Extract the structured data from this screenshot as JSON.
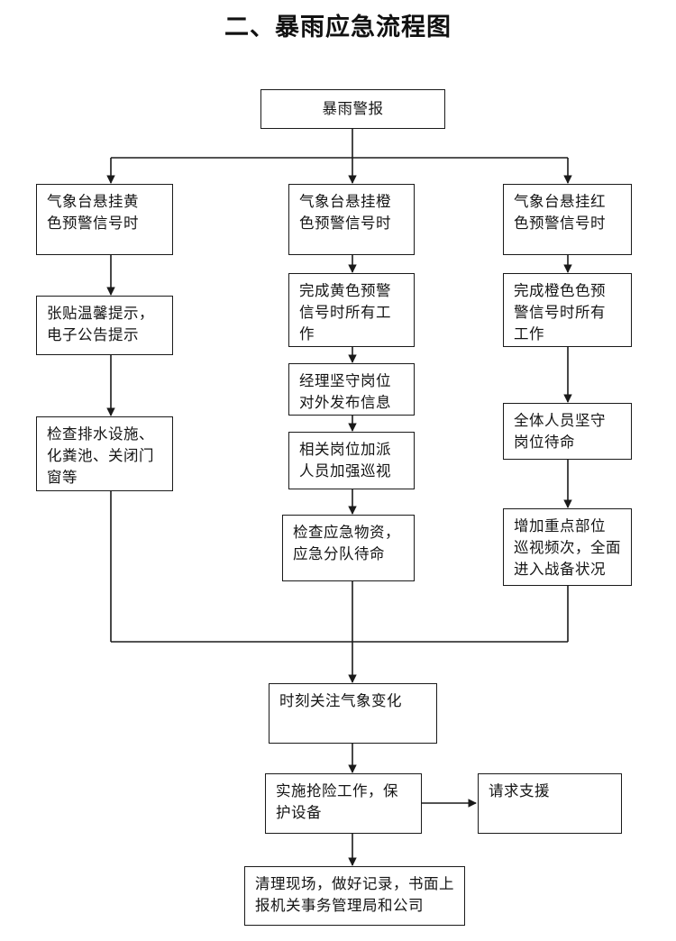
{
  "page": {
    "title": "二、暴雨应急流程图",
    "background": "#ffffff",
    "line_color": "#1a1a1a"
  },
  "chart_data": {
    "type": "diagram",
    "title": "二、暴雨应急流程图",
    "nodes": [
      {
        "id": "start",
        "label": "暴雨警报"
      },
      {
        "id": "yellow",
        "label": "气象台悬挂黄\n色预警信号时"
      },
      {
        "id": "orange",
        "label": "气象台悬挂橙\n色预警信号时"
      },
      {
        "id": "red",
        "label": "气象台悬挂红\n色预警信号时"
      },
      {
        "id": "y1",
        "label": "张贴温馨提示，\n电子公告提示"
      },
      {
        "id": "y2",
        "label": "检查排水设施、\n化粪池、关闭门\n窗等"
      },
      {
        "id": "o1",
        "label": "完成黄色预警\n信号时所有工\n作"
      },
      {
        "id": "o2",
        "label": "经理坚守岗位\n对外发布信息"
      },
      {
        "id": "o3",
        "label": "相关岗位加派\n人员加强巡视"
      },
      {
        "id": "o4",
        "label": "检查应急物资，\n应急分队待命"
      },
      {
        "id": "r1",
        "label": "完成橙色色预\n警信号时所有\n工作"
      },
      {
        "id": "r2",
        "label": "全体人员坚守\n岗位待命"
      },
      {
        "id": "r3",
        "label": "增加重点部位\n巡视频次，全面\n进入战备状况"
      },
      {
        "id": "watch",
        "label": "时刻关注气象变化"
      },
      {
        "id": "rescue",
        "label": "实施抢险工作，保\n护设备"
      },
      {
        "id": "support",
        "label": "请求支援"
      },
      {
        "id": "report",
        "label": "清理现场，做好记录，书面上\n报机关事务管理局和公司"
      }
    ],
    "edges": [
      {
        "from": "start",
        "to": "yellow"
      },
      {
        "from": "start",
        "to": "orange"
      },
      {
        "from": "start",
        "to": "red"
      },
      {
        "from": "yellow",
        "to": "y1"
      },
      {
        "from": "y1",
        "to": "y2"
      },
      {
        "from": "orange",
        "to": "o1"
      },
      {
        "from": "o1",
        "to": "o2"
      },
      {
        "from": "o2",
        "to": "o3"
      },
      {
        "from": "o3",
        "to": "o4"
      },
      {
        "from": "red",
        "to": "r1"
      },
      {
        "from": "r1",
        "to": "r2"
      },
      {
        "from": "r2",
        "to": "r3"
      },
      {
        "from": "y2",
        "to": "watch"
      },
      {
        "from": "o4",
        "to": "watch"
      },
      {
        "from": "r3",
        "to": "watch"
      },
      {
        "from": "watch",
        "to": "rescue"
      },
      {
        "from": "rescue",
        "to": "support"
      },
      {
        "from": "rescue",
        "to": "report"
      }
    ]
  },
  "nodes": {
    "start": {
      "label": "暴雨警报"
    },
    "yellow": {
      "label": "气象台悬挂黄\n色预警信号时"
    },
    "orange": {
      "label": "气象台悬挂橙\n色预警信号时"
    },
    "red": {
      "label": "气象台悬挂红\n色预警信号时"
    },
    "y1": {
      "label": "张贴温馨提示，\n电子公告提示"
    },
    "y2": {
      "label": "检查排水设施、\n化粪池、关闭门\n窗等"
    },
    "o1": {
      "label": "完成黄色预警\n信号时所有工\n作"
    },
    "o2": {
      "label": "经理坚守岗位\n对外发布信息"
    },
    "o3": {
      "label": "相关岗位加派\n人员加强巡视"
    },
    "o4": {
      "label": "检查应急物资，\n应急分队待命"
    },
    "r1": {
      "label": "完成橙色色预\n警信号时所有\n工作"
    },
    "r2": {
      "label": "全体人员坚守\n岗位待命"
    },
    "r3": {
      "label": "增加重点部位\n巡视频次，全面\n进入战备状况"
    },
    "watch": {
      "label": "时刻关注气象变化"
    },
    "rescue": {
      "label": "实施抢险工作，保\n护设备"
    },
    "support": {
      "label": "请求支援"
    },
    "report": {
      "label": "清理现场，做好记录，书面上\n报机关事务管理局和公司"
    }
  }
}
